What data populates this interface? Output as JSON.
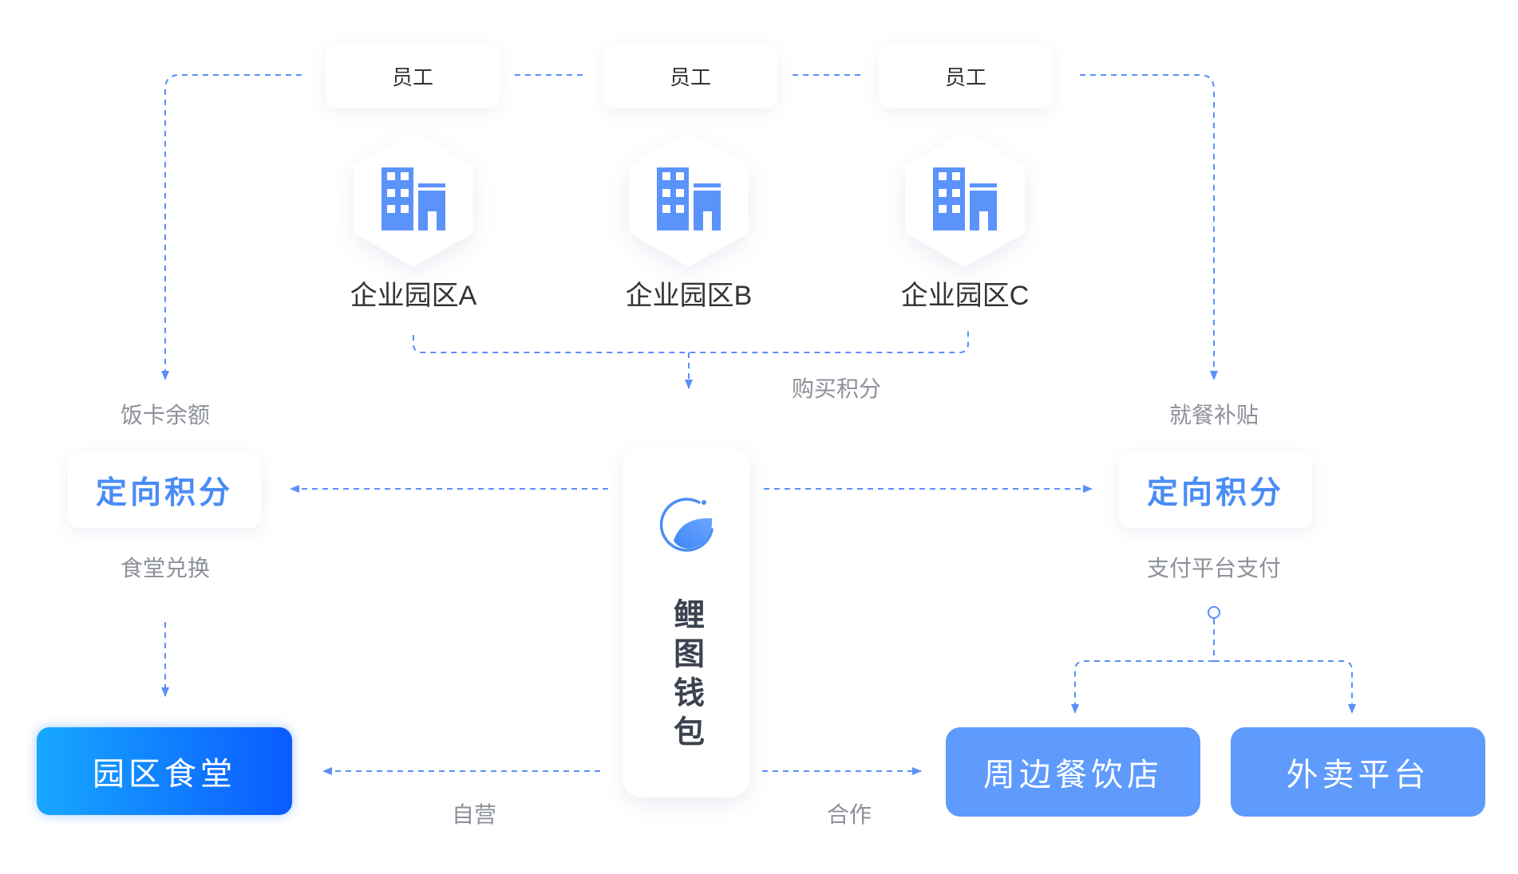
{
  "employees": [
    "员工",
    "员工",
    "员工"
  ],
  "companies": [
    "企业园区A",
    "企业园区B",
    "企业园区C"
  ],
  "buy_points_label": "购买积分",
  "left_branch": {
    "top_label": "饭卡余额",
    "points": "定向积分",
    "bottom_label": "食堂兑换"
  },
  "right_branch": {
    "top_label": "就餐补贴",
    "points": "定向积分",
    "bottom_label": "支付平台支付"
  },
  "wallet": {
    "name": "鲤图钱包"
  },
  "destinations": {
    "canteen": "园区食堂",
    "restaurants": "周边餐饮店",
    "delivery": "外卖平台"
  },
  "flow_labels": {
    "self_operated": "自营",
    "cooperation": "合作"
  },
  "icons": {
    "company": "building-icon",
    "wallet": "wallet-logo-icon",
    "junction": "junction-circle-icon"
  },
  "colors": {
    "accent": "#5B8FF9",
    "points_text": "#4A8CF7",
    "destination": "#5E9BFC",
    "canteen_gradient_start": "#17A7FF",
    "canteen_gradient_end": "#0A5BFF",
    "label_text": "#8C9099",
    "title_text": "#333333"
  }
}
